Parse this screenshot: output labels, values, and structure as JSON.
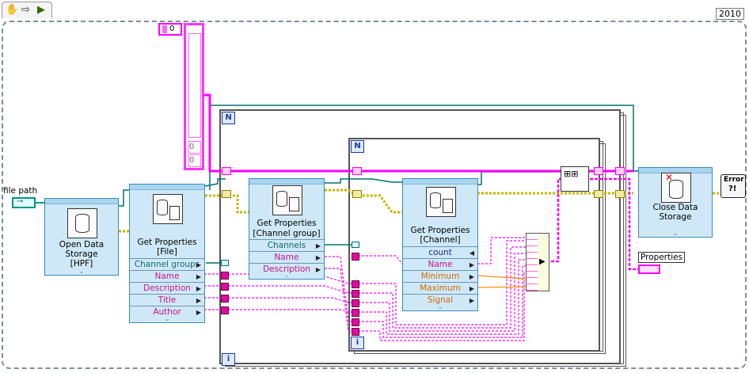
{
  "toolbar": {
    "icons": [
      "hand-icon",
      "arrow-right-icon",
      "run-highlight-icon"
    ],
    "year_label": "2010"
  },
  "array_index": "0",
  "array_items": [
    "0",
    "0"
  ],
  "controls": {
    "file_path_label": "file path",
    "properties_label": "Properties",
    "error_label": "Error"
  },
  "loops": {
    "outer_count": "N",
    "outer_index": "i",
    "inner_count": "N",
    "inner_index": "i"
  },
  "nodes": {
    "open": {
      "title_lines": [
        "Open Data",
        "Storage",
        "[HPF]"
      ]
    },
    "get_file": {
      "title_lines": [
        "Get Properties",
        "[File]"
      ],
      "properties": [
        "Channel groups",
        "Name",
        "Description",
        "Title",
        "Author"
      ]
    },
    "get_group": {
      "title_lines": [
        "Get Properties",
        "[Channel group]"
      ],
      "properties": [
        "Channels",
        "Name",
        "Description"
      ]
    },
    "get_channel": {
      "title_lines": [
        "Get Properties",
        "[Channel]"
      ],
      "properties": [
        "count",
        "Name",
        "Minimum",
        "Maximum",
        "Signal"
      ]
    },
    "close": {
      "title_lines": [
        "Close Data",
        "Storage"
      ]
    }
  },
  "colors": {
    "string_wire": "#ff00ff",
    "dbl_wire": "#ff8c00",
    "refnum_wire": "#007070",
    "error_wire": "#c8b400",
    "subvi_bg": "#cfe8f7"
  }
}
